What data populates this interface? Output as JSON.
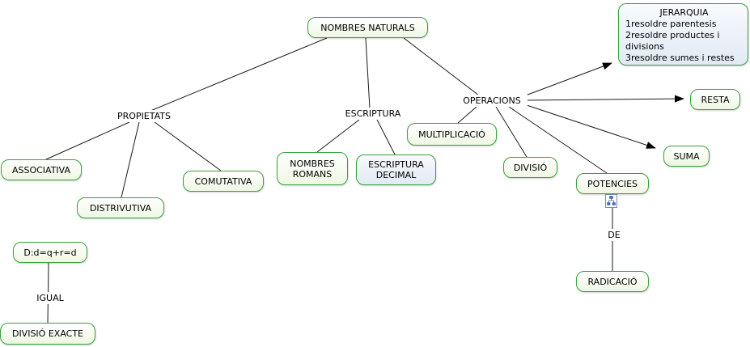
{
  "nodes": {
    "nombres_naturals": "NOMBRES NATURALS",
    "jerarquia": {
      "title": "JERARQUIA",
      "line1": "1resoldre parentesis",
      "line2": "2resoldre productes i divisions",
      "line3": "3resoldre sumes i restes"
    },
    "multiplicacio": "MULTIPLICACIÓ",
    "associativa": "ASSOCIATIVA",
    "distrivutiva": "DISTRIVUTIVA",
    "comutativa": "COMUTATIVA",
    "nombres_romans": "NOMBRES ROMANS",
    "escriptura_decimal": "ESCRIPTURA DECIMAL",
    "divisio": "DIVISIÓ",
    "potencies": "POTENCIES",
    "resta": "RESTA",
    "suma": "SUMA",
    "radicacio": "RADICACIÓ",
    "divisio_formula": "D:d=q+r=d",
    "divisio_exacte": "DIVISIÓ EXACTE"
  },
  "linking_phrases": {
    "propietats": "PROPIETATS",
    "escriptura": "ESCRIPTURA",
    "operacions": "OPERACIONS",
    "de": "DE",
    "igual": "IGUAL"
  },
  "icons": {
    "potencies_resource": "resource-link-icon"
  },
  "colors": {
    "node_border": "#38a33d",
    "node_bg_top": "#ffffff",
    "node_bg_bottom": "#eff7e3",
    "blue_node_bg_bottom": "#e1eaf4",
    "edge": "#1a1a1a",
    "arrowhead": "#000000"
  }
}
